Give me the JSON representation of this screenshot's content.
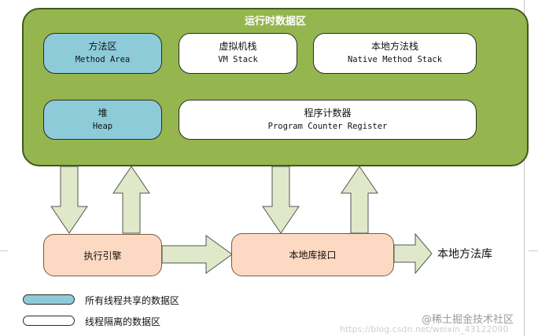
{
  "runtime_area": {
    "title": "运行时数据区"
  },
  "blocks": {
    "method_area": {
      "cn": "方法区",
      "en": "Method Area"
    },
    "vm_stack": {
      "cn": "虚拟机栈",
      "en": "VM Stack"
    },
    "native_stack": {
      "cn": "本地方法栈",
      "en": "Native Method Stack"
    },
    "heap": {
      "cn": "堆",
      "en": "Heap"
    },
    "pc_register": {
      "cn": "程序计数器",
      "en": "Program Counter Register"
    }
  },
  "engine": {
    "label": "执行引擎"
  },
  "native_interface": {
    "label": "本地库接口"
  },
  "native_library": {
    "label": "本地方法库"
  },
  "legend": [
    {
      "label": "所有线程共享的数据区",
      "color": "#8ecbd9"
    },
    {
      "label": "线程隔离的数据区",
      "color": "#ffffff"
    }
  ],
  "watermark": {
    "text": "@稀土掘金技术社区",
    "faint_text": "https://blog.csdn.net/weixin_43122090"
  },
  "colors": {
    "runtime_area": "#95b54f",
    "shared": "#8ecbd9",
    "isolated": "#ffffff",
    "engine": "#fbd9c2",
    "arrow_fill": "#dfe9c9"
  }
}
